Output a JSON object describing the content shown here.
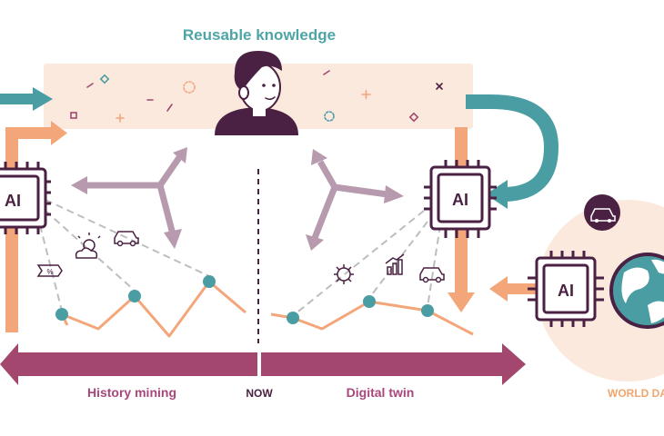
{
  "title": "Reusable knowledge",
  "chips": {
    "left": "AI",
    "center": "AI",
    "right": "AI"
  },
  "timeline": {
    "past": "History mining",
    "now": "NOW",
    "future": "Digital twin",
    "world": "WORLD DATA"
  },
  "icons": {
    "person": "person-icon",
    "discount": "discount-tag-icon",
    "weather": "sun-cloud-icon",
    "car": "car-icon",
    "virus": "virus-icon",
    "bars": "bar-chart-icon",
    "globe": "globe-icon"
  },
  "colors": {
    "teal": "#4a9ea3",
    "peach": "#f4a67b",
    "purple": "#4a2142",
    "mauve": "#a3476f",
    "lilac": "#b89aae",
    "cream": "#fbe9de",
    "title": "#4fa5a5",
    "label": "#a8477a",
    "world": "#f2a56c"
  }
}
